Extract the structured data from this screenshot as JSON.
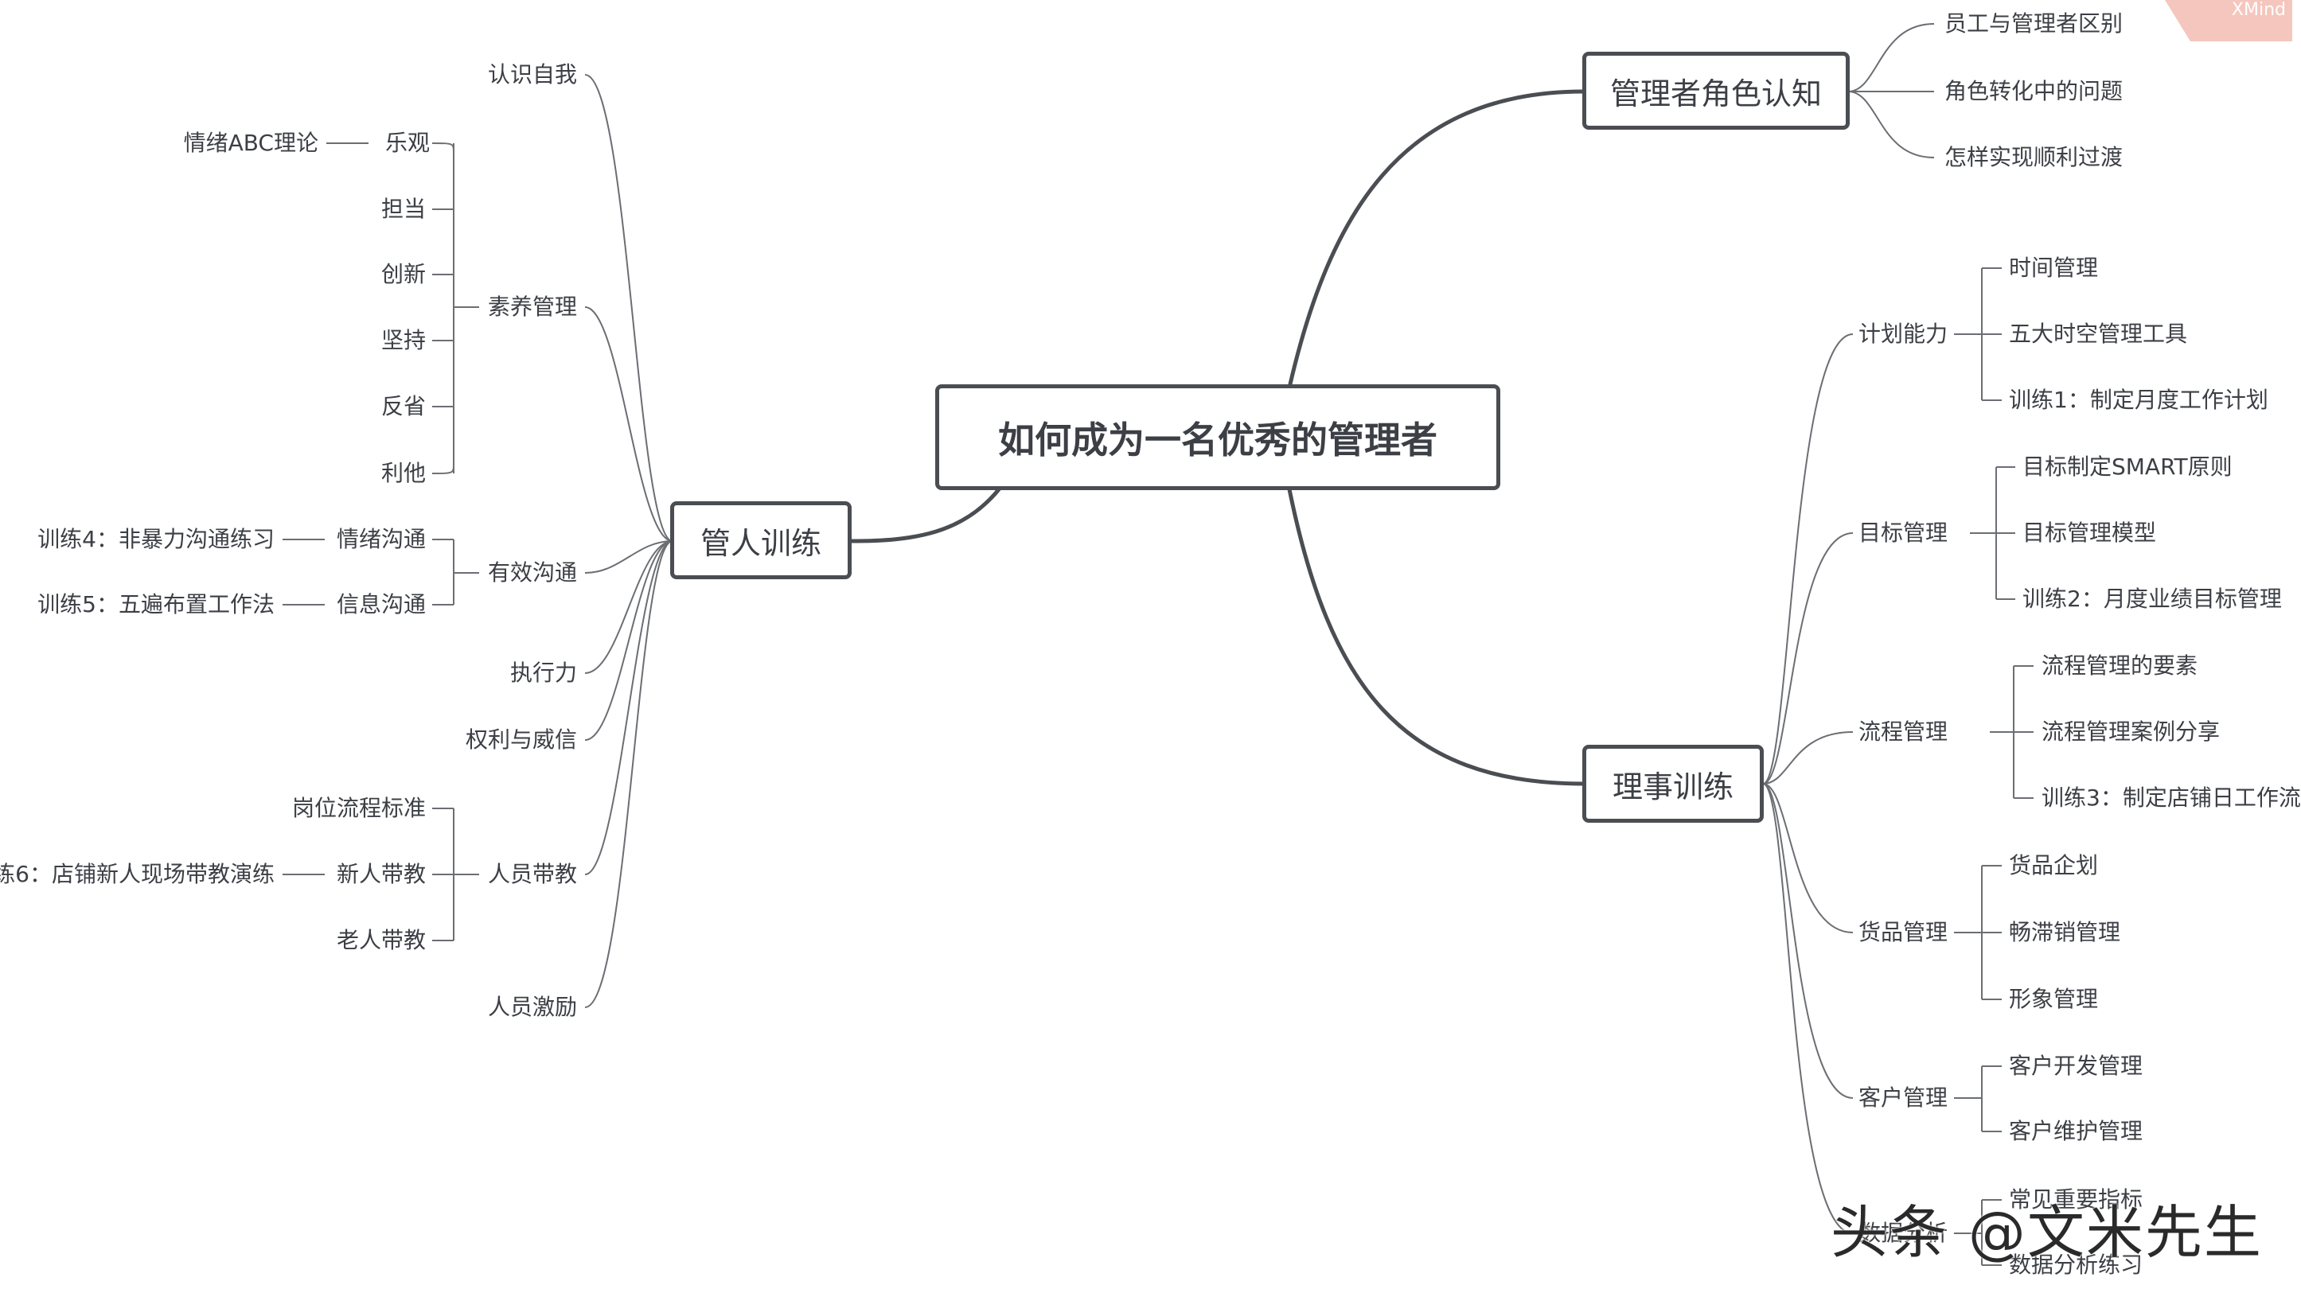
{
  "watermark_tag": "XMind",
  "watermark_text": "头条 @文米先生",
  "central": "如何成为一名优秀的管理者",
  "branches": {
    "role": {
      "label": "管理者角色认知",
      "children": [
        "员工与管理者区别",
        "角色转化中的问题",
        "怎样实现顺利过渡"
      ]
    },
    "people": {
      "label": "管人训练",
      "children": [
        {
          "label": "认识自我"
        },
        {
          "label": "素养管理",
          "children": [
            {
              "label": "乐观",
              "note": "情绪ABC理论"
            },
            {
              "label": "担当"
            },
            {
              "label": "创新"
            },
            {
              "label": "坚持"
            },
            {
              "label": "反省"
            },
            {
              "label": "利他"
            }
          ]
        },
        {
          "label": "有效沟通",
          "children": [
            {
              "label": "情绪沟通",
              "note": "训练4：非暴力沟通练习"
            },
            {
              "label": "信息沟通",
              "note": "训练5：五遍布置工作法"
            }
          ]
        },
        {
          "label": "执行力"
        },
        {
          "label": "权利与威信"
        },
        {
          "label": "人员带教",
          "children": [
            {
              "label": "岗位流程标准"
            },
            {
              "label": "新人带教",
              "note": "练6：店铺新人现场带教演练"
            },
            {
              "label": "老人带教"
            }
          ]
        },
        {
          "label": "人员激励"
        }
      ]
    },
    "affairs": {
      "label": "理事训练",
      "children": [
        {
          "label": "计划能力",
          "children": [
            "时间管理",
            "五大时空管理工具",
            "训练1：制定月度工作计划"
          ]
        },
        {
          "label": "目标管理",
          "children": [
            "目标制定SMART原则",
            "目标管理模型",
            "训练2：月度业绩目标管理"
          ]
        },
        {
          "label": "流程管理",
          "children": [
            "流程管理的要素",
            "流程管理案例分享",
            "训练3：制定店铺日工作流"
          ]
        },
        {
          "label": "货品管理",
          "children": [
            "货品企划",
            "畅滞销管理",
            "形象管理"
          ]
        },
        {
          "label": "客户管理",
          "children": [
            "客户开发管理",
            "客户维护管理"
          ]
        },
        {
          "label": "数据分析",
          "children": [
            "常见重要指标",
            "数据分析练习"
          ]
        }
      ]
    }
  }
}
